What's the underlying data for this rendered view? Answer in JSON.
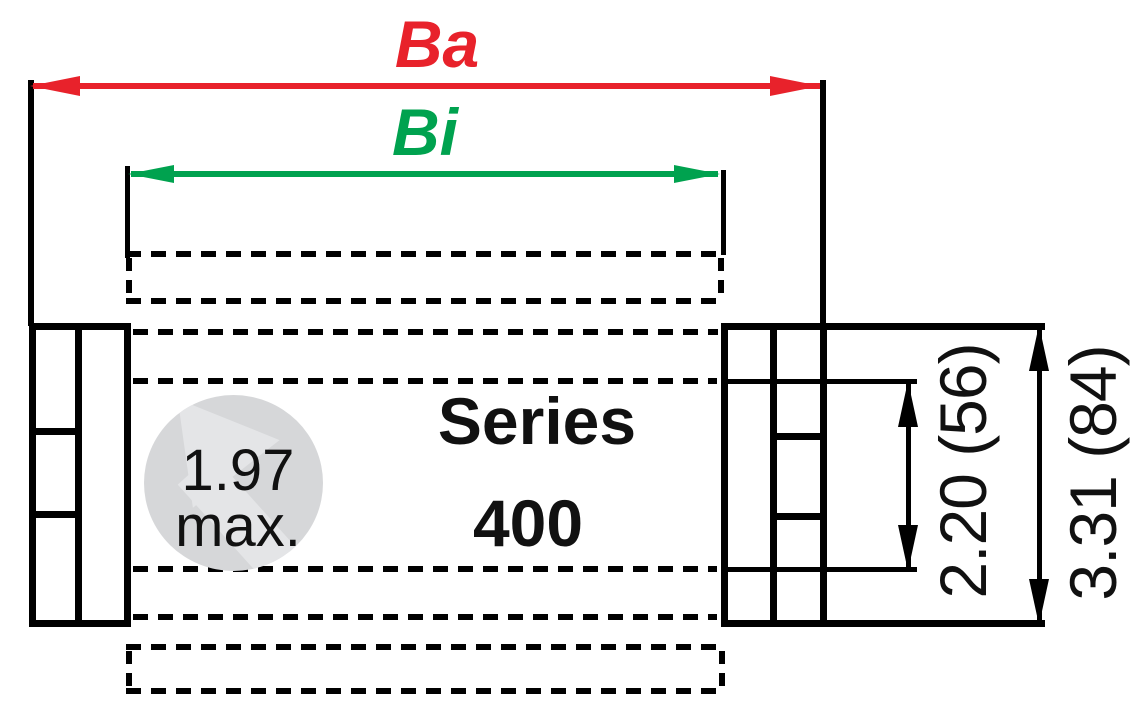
{
  "labels": {
    "outer_width": "Ba",
    "inner_width": "Bi",
    "series_line1": "Series",
    "series_line2": "400",
    "max_note_line1": "1.97",
    "max_note_line2": "max.",
    "inner_height": "2.20 (56)",
    "outer_height": "3.31 (84)"
  },
  "colors": {
    "outer_width_arrow": "#e8222b",
    "inner_width_arrow": "#00a24f",
    "line": "#000000",
    "text": "#111111",
    "watermark_circle": "#d6d7d9",
    "watermark_arrow": "#e4e5e7"
  }
}
